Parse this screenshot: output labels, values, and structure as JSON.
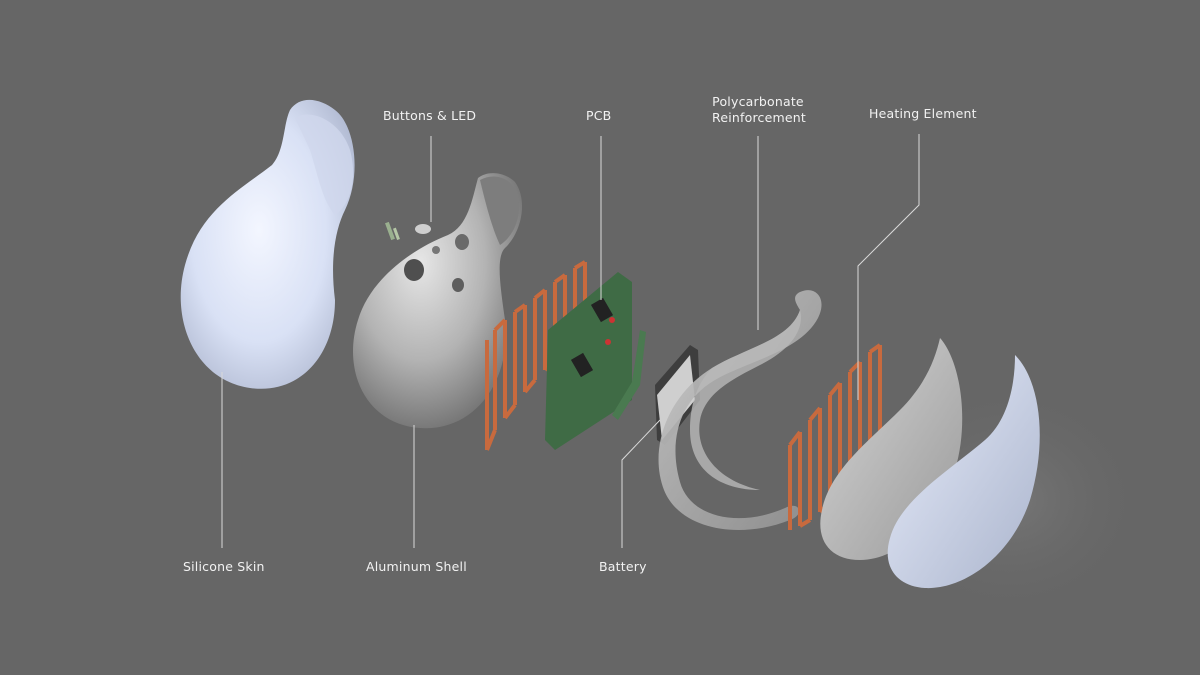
{
  "labels": {
    "buttons_led": "Buttons & LED",
    "pcb": "PCB",
    "polycarbonate_line1": "Polycarbonate",
    "polycarbonate_line2": "Reinforcement",
    "heating_element": "Heating Element",
    "silicone_skin": "Silicone Skin",
    "aluminum_shell": "Aluminum Shell",
    "battery": "Battery"
  },
  "colors": {
    "background": "#666666",
    "label_text": "#f2f2f2",
    "leader_line": "#d9d9d9",
    "silicone": "#dfe6f7",
    "aluminum": "#bdbdbd",
    "copper": "#c86a3e",
    "pcb_green": "#3f6b45",
    "polycarbonate": "#a9a9a9"
  }
}
